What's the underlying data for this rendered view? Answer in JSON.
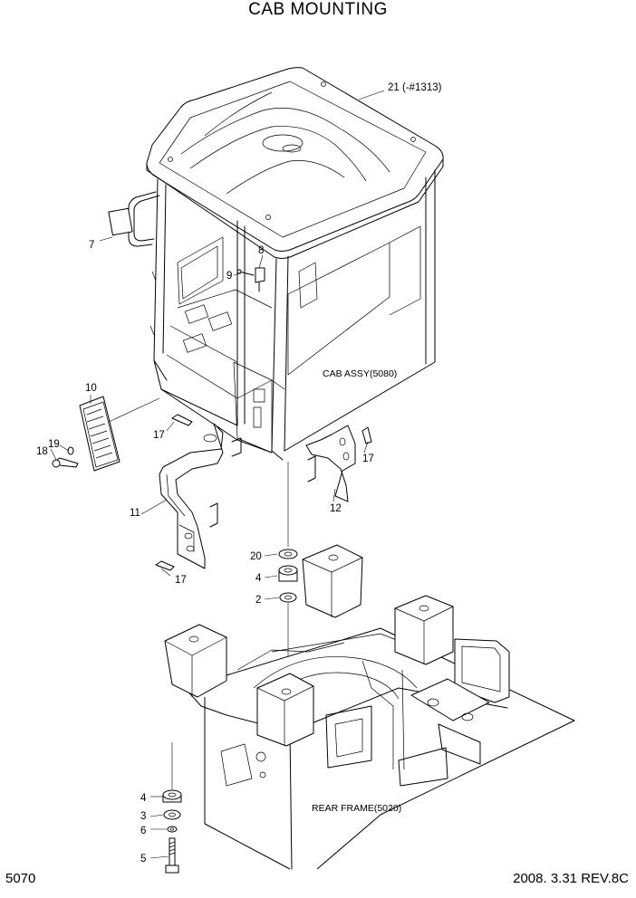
{
  "title": "CAB MOUNTING",
  "page_number": "5070",
  "revision": "2008. 3.31  REV.8C",
  "assembly_labels": {
    "cab": "CAB ASSY(5080)",
    "frame": "REAR FRAME(5020)"
  },
  "callouts": {
    "c21": "21 (-#1313)",
    "c7": "7",
    "c8": "8",
    "c9": "9",
    "c10": "10",
    "c17a": "17",
    "c17b": "17",
    "c17c": "17",
    "c19": "19",
    "c18": "18",
    "c11": "11",
    "c12": "12",
    "c20": "20",
    "c4a": "4",
    "c2": "2",
    "c4b": "4",
    "c3": "3",
    "c6": "6",
    "c5": "5"
  }
}
